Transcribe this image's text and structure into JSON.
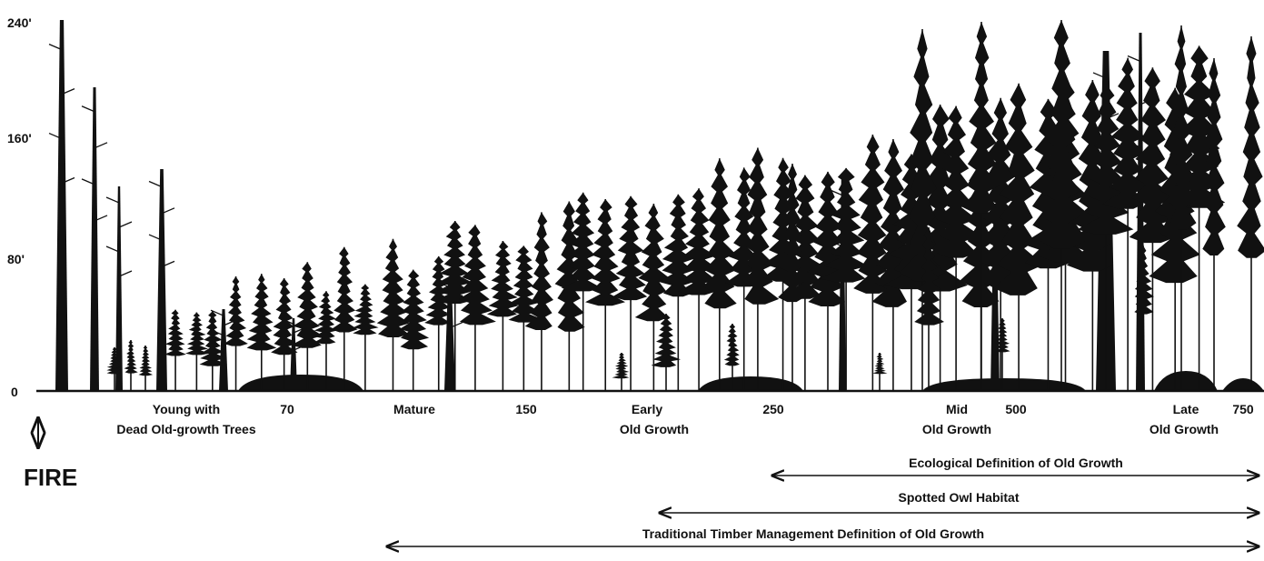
{
  "y_axis": {
    "ticks": [
      "240'",
      "160'",
      "80'",
      "0"
    ]
  },
  "stages": [
    {
      "line1": "Young with",
      "line2": "Dead Old-growth Trees"
    },
    {
      "line1": "70",
      "line2": ""
    },
    {
      "line1": "Mature",
      "line2": ""
    },
    {
      "line1": "150",
      "line2": ""
    },
    {
      "line1": "Early",
      "line2": "Old Growth"
    },
    {
      "line1": "250",
      "line2": ""
    },
    {
      "line1": "Mid",
      "line2": "Old Growth"
    },
    {
      "line1": "500",
      "line2": ""
    },
    {
      "line1": "Late",
      "line2": "Old Growth"
    },
    {
      "line1": "750",
      "line2": ""
    }
  ],
  "disturbance": {
    "label": "FIRE"
  },
  "definitions": [
    {
      "label": "Ecological Definition of Old Growth"
    },
    {
      "label": "Spotted Owl Habitat"
    },
    {
      "label": "Traditional Timber Management Definition of Old Growth"
    }
  ],
  "colors": {
    "ink": "#111111",
    "paper": "#ffffff"
  }
}
